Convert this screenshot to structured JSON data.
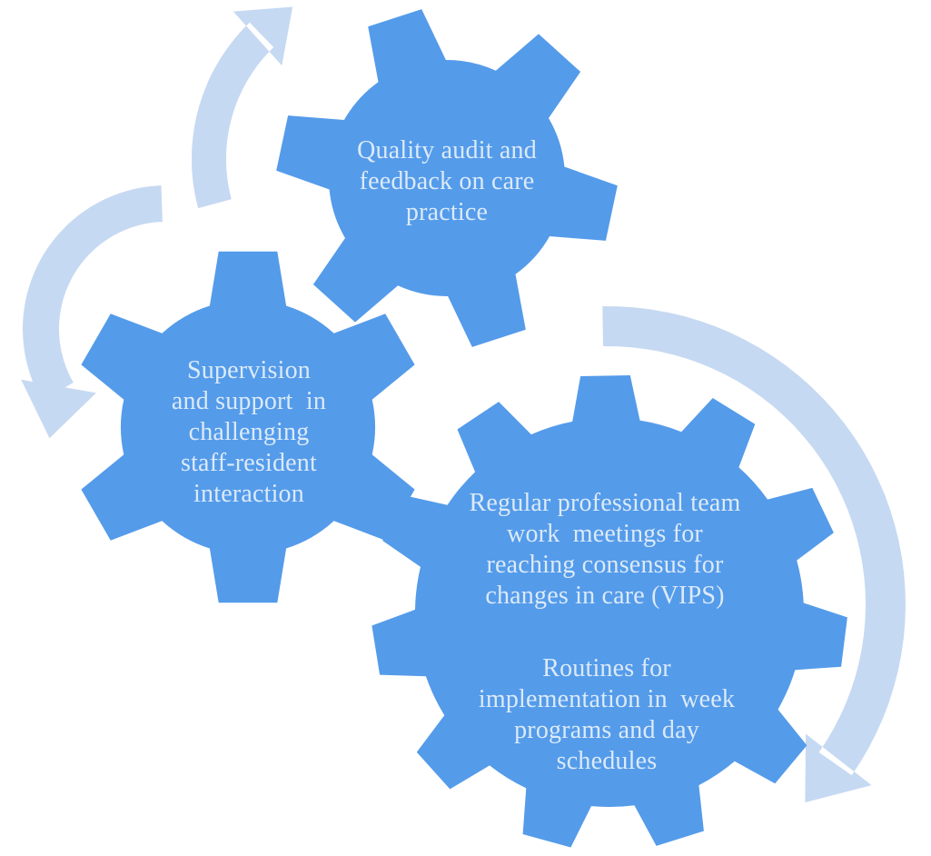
{
  "colors": {
    "background": "#ffffff",
    "gear_fill": "#549bea",
    "arrow_fill": "#c6d9f2",
    "label_text": "#dceaf8"
  },
  "gears": {
    "quality": {
      "label": "Quality audit and\nfeedback on care\npractice"
    },
    "supervision": {
      "label": "Supervision\nand support  in\nchallenging\nstaff-resident\ninteraction"
    },
    "large": {
      "label_top": "Regular professional team\nwork  meetings for\nreaching consensus for\nchanges in care (VIPS)",
      "label_bottom": "Routines for\nimplementation in  week\nprograms and day\nschedules"
    }
  }
}
